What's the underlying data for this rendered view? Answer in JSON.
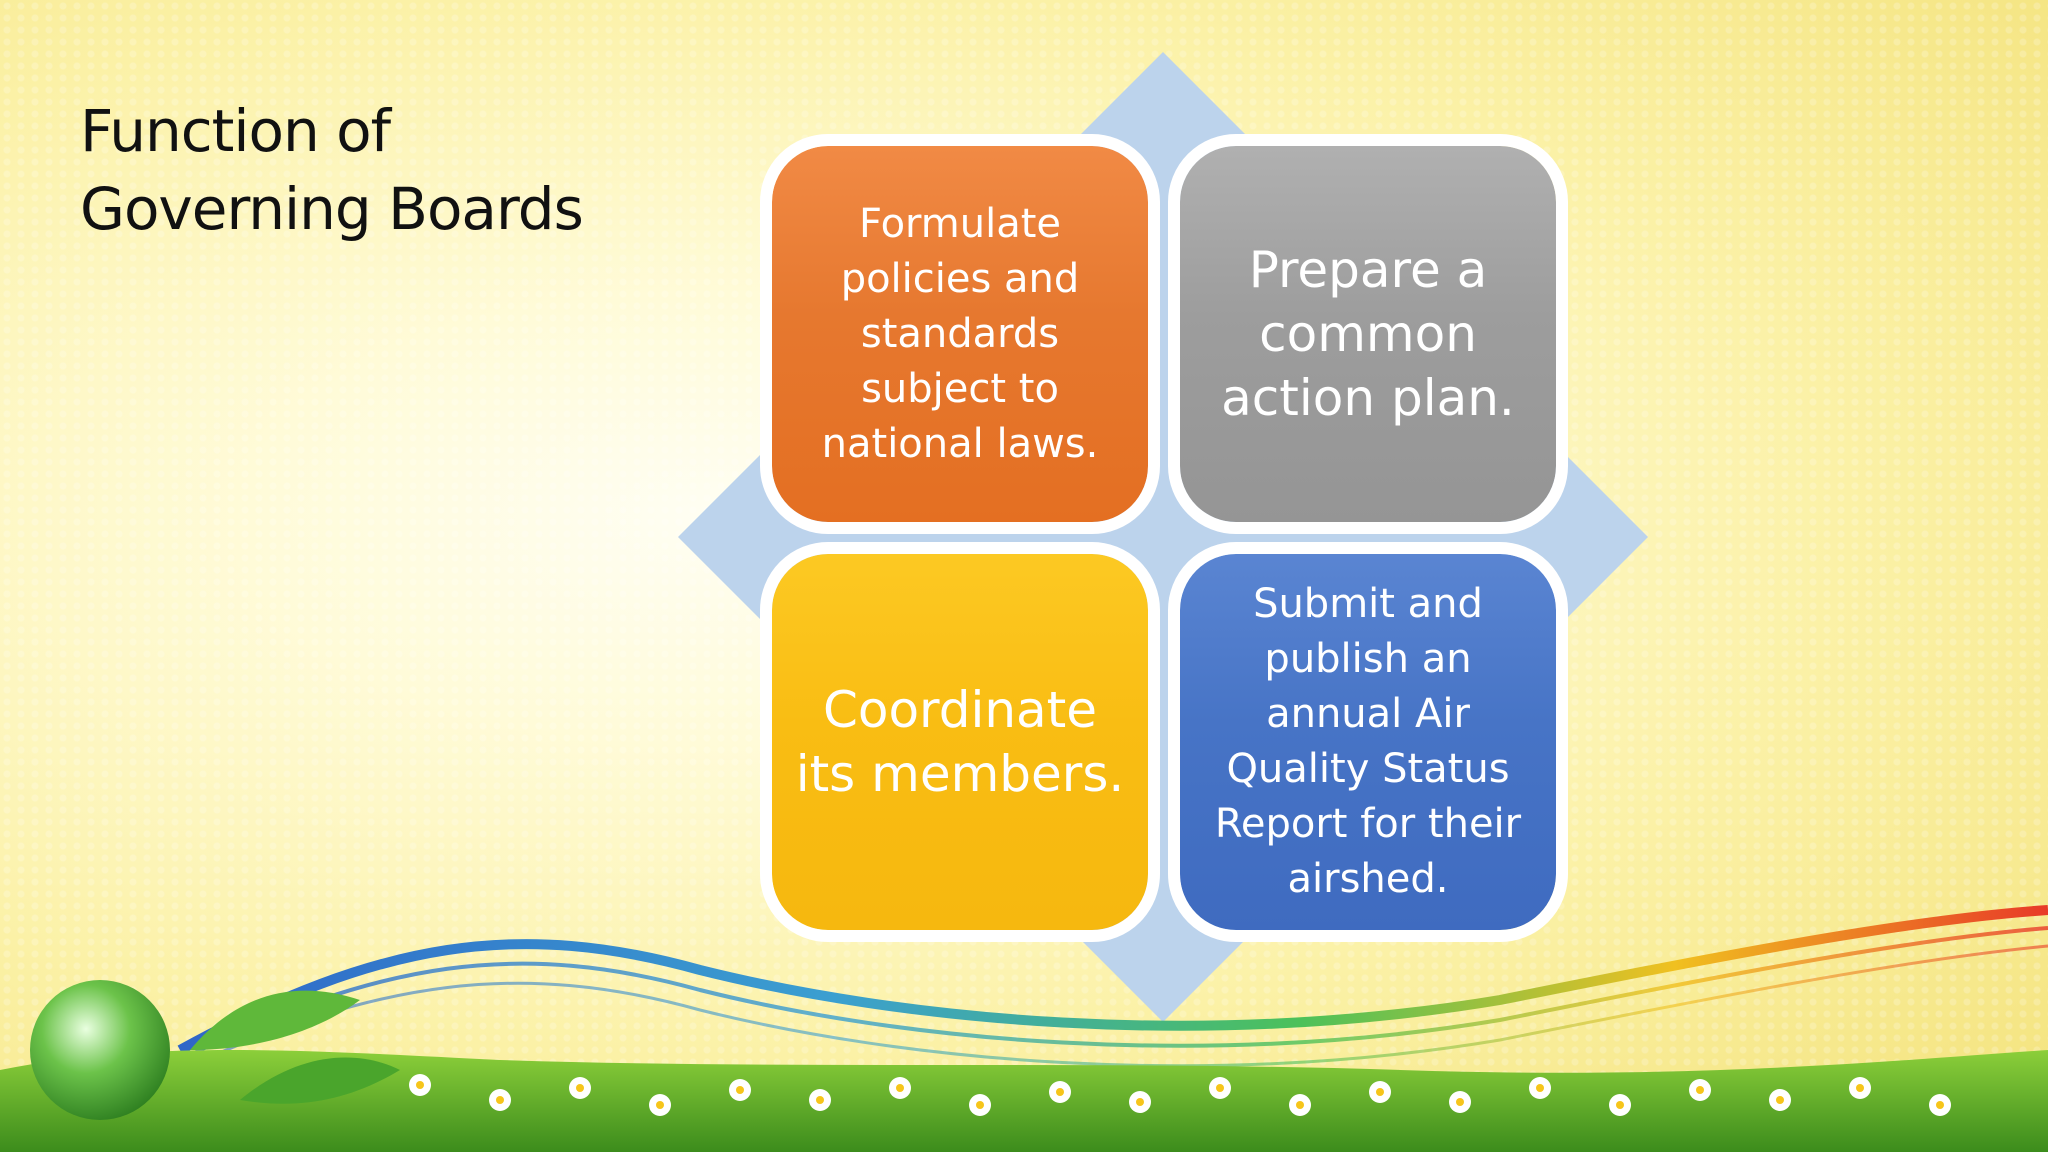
{
  "slide": {
    "title_line1": "Function of",
    "title_line2": "Governing Boards"
  },
  "functions": [
    {
      "text": "Formulate policies and standards subject to national laws.",
      "color": "#e6782f"
    },
    {
      "text": "Prepare a common action plan.",
      "color": "#9d9d9d"
    },
    {
      "text": "Coordinate its members.",
      "color": "#f9bd13"
    },
    {
      "text": "Submit and publish an annual Air Quality Status Report for their airshed.",
      "color": "#4774c6"
    }
  ],
  "colors": {
    "diamond": "#bcd3ec",
    "background": "#fbf1a6"
  }
}
